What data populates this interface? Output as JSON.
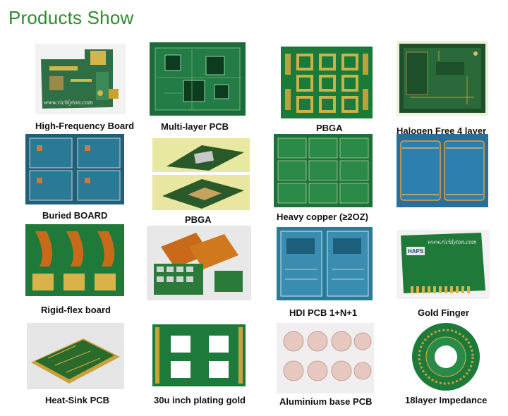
{
  "header": {
    "title": "Products Show"
  },
  "products": [
    {
      "label": "High-Frequency Board",
      "watermark": "www.richlyton.com"
    },
    {
      "label": "Multi-layer PCB"
    },
    {
      "label": "PBGA"
    },
    {
      "label": "Halogen Free 4 layer"
    },
    {
      "label": "Buried BOARD"
    },
    {
      "label": "PBGA"
    },
    {
      "label": "Heavy copper (≥2OZ)"
    },
    {
      "label": ""
    },
    {
      "label": "Rigid-flex board"
    },
    {
      "label": ""
    },
    {
      "label": "HDI PCB  1+N+1"
    },
    {
      "label": "Gold Finger",
      "watermark": "www.richlyton.com",
      "badge": "HAPS"
    },
    {
      "label": "Heat-Sink PCB"
    },
    {
      "label": "30u inch plating gold"
    },
    {
      "label": "Aluminium base PCB"
    },
    {
      "label": "18layer Impedance"
    }
  ],
  "colors": {
    "title_green": "#2e8b2e",
    "pcb_green": "#1f7a3a",
    "pcb_dark": "#0f5a2a",
    "pcb_blue": "#1f6f8a",
    "gold": "#c9a23a",
    "flex_orange": "#c96a1a"
  }
}
